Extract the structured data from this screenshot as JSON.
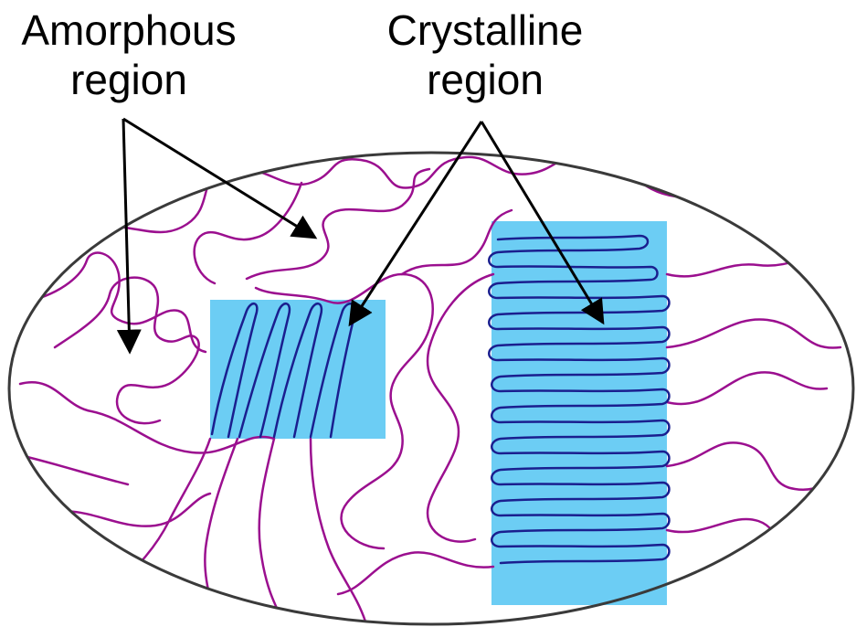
{
  "labels": {
    "amorphous": {
      "line1": "Amorphous",
      "line2": "region"
    },
    "crystalline": {
      "line1": "Crystalline",
      "line2": "region"
    }
  },
  "colors": {
    "chain_amorphous": "#9b0f8f",
    "chain_crystalline": "#1a1f8f",
    "crystal_fill": "#6ccdf4",
    "outline": "#3a3a3a",
    "arrow": "#000000"
  }
}
